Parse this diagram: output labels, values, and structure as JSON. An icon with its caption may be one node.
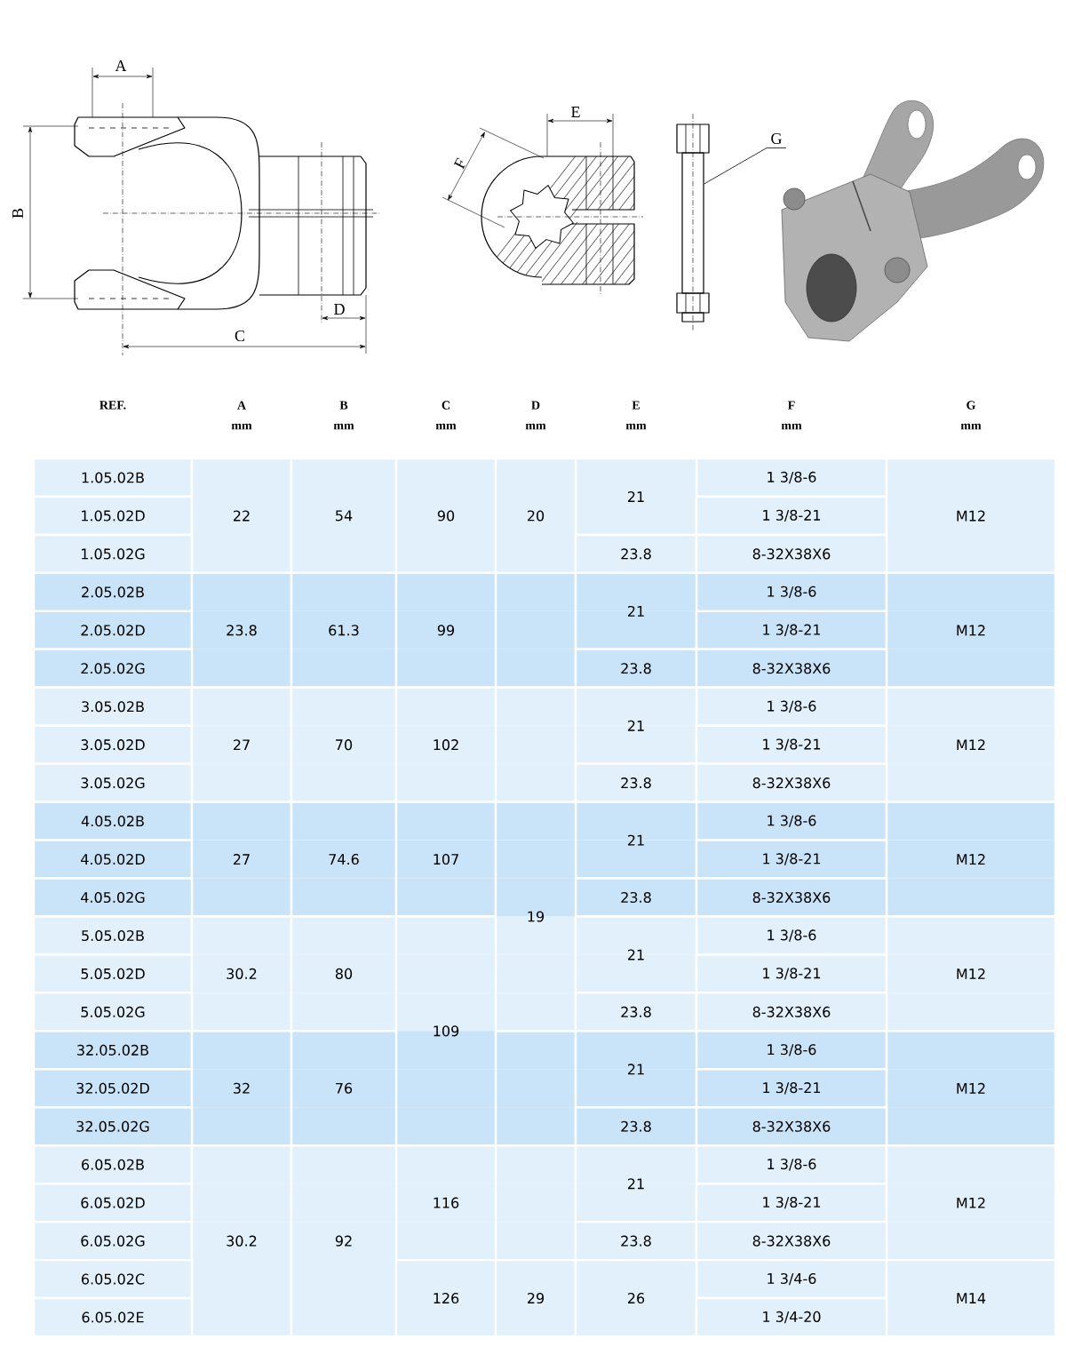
{
  "diagram": {
    "nodes": [
      {
        "text": [
          "G"
        ]
      },
      {
        "text": [],
        "shape": "picture"
      }
    ],
    "edges": [
      {
        "from": 0,
        "to": 1,
        "arrow": "none"
      }
    ],
    "labels": [
      "A",
      "B",
      "C",
      "D",
      "E",
      "F",
      "REF.",
      "A",
      "B",
      "C",
      "D",
      "E",
      "F",
      "G",
      "mm",
      "mm",
      "mm",
      "mm",
      "mm",
      "mm",
      "mm",
      "1.05.02B",
      "1 3/8-6",
      "21",
      "1.05.02D",
      "22",
      "54",
      "90",
      "20",
      "1 3/8-21",
      "M12",
      "1.05.02G",
      "23.8",
      "8-32X38X6",
      "2.05.02B",
      "1 3/8-6",
      "21",
      "2.05.02D",
      "23.8",
      "61.3",
      "99",
      "1 3/8-21",
      "M12",
      "2.05.02G",
      "23.8",
      "8-32X38X6",
      "3.05.02B",
      "1 3/8-6",
      "21",
      "3.05.02D",
      "27",
      "70",
      "102",
      "1 3/8-21",
      "M12",
      "3.05.02G",
      "23.8",
      "8-32X38X6",
      "4.05.02B",
      "1 3/8-6",
      "21",
      "4.05.02D",
      "27",
      "74.6",
      "107",
      "1 3/8-21",
      "M12",
      "4.05.02G",
      "23.8",
      "8-32X38X6",
      "19",
      "5.05.02B",
      "1 3/8-6",
      "21",
      "5.05.02D",
      "30.2",
      "80",
      "1 3/8-21",
      "M12",
      "5.05.02G",
      "23.8",
      "8-32X38X6",
      "109",
      "32.05.02B",
      "1 3/8-6",
      "21",
      "32.05.02D",
      "32",
      "76",
      "1 3/8-21",
      "M12",
      "32.05.02G",
      "23.8",
      "8-32X38X6",
      "6.05.02B",
      "1 3/8-6",
      "21",
      "6.05.02D",
      "116",
      "1 3/8-21",
      "M12",
      "6.05.02G",
      "30.2",
      "92",
      "23.8",
      "8-32X38X6",
      "6.05.02C",
      "1 3/4-6",
      "126",
      "29",
      "26",
      "M14",
      "6.05.02E",
      "1 3/4-20"
    ]
  }
}
